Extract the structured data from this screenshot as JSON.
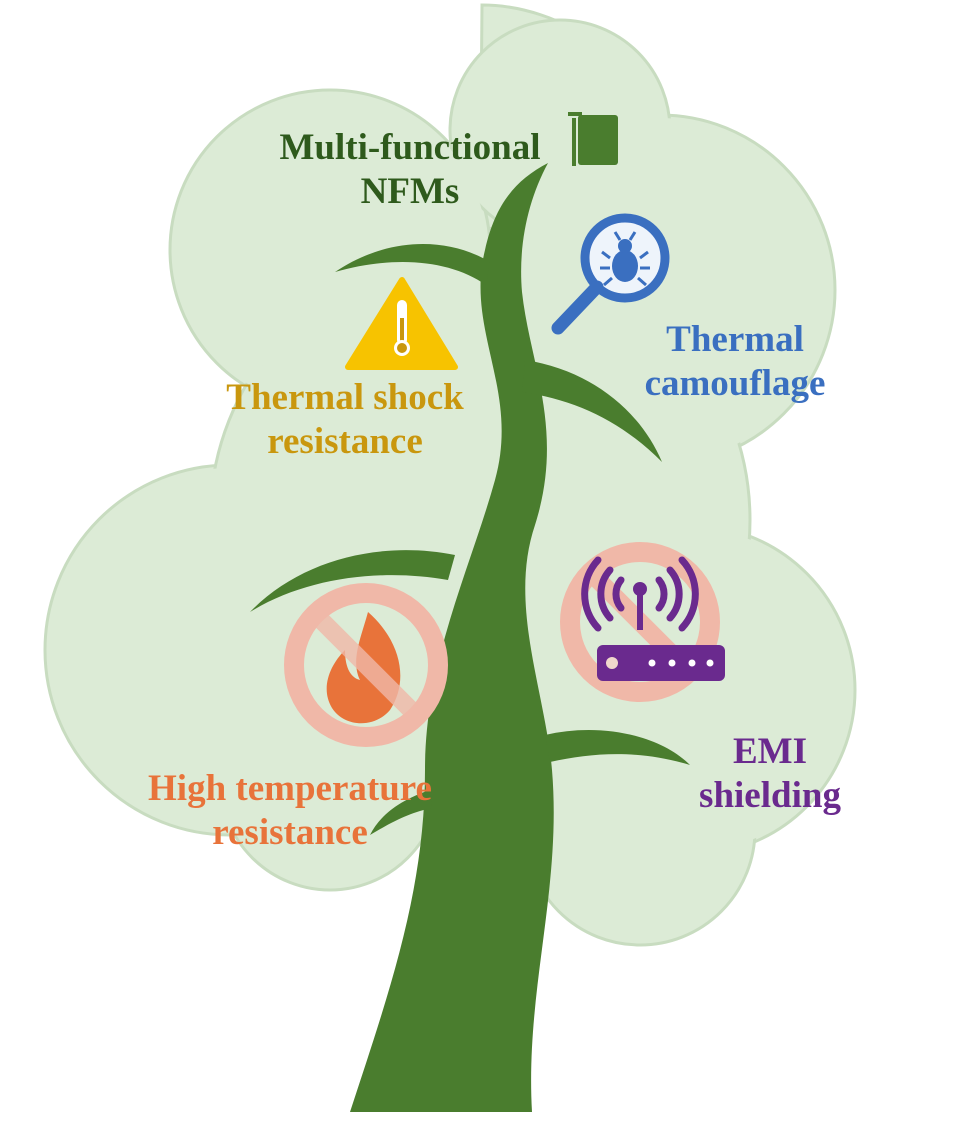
{
  "title": {
    "line1": "Multi-functional",
    "line2": "NFMs"
  },
  "features": [
    {
      "line1": "Thermal shock",
      "line2": "resistance",
      "icon": "warning-thermometer-icon"
    },
    {
      "line1": "Thermal",
      "line2": "camouflage",
      "icon": "magnifier-bug-icon"
    },
    {
      "line1": "High temperature",
      "line2": "resistance",
      "icon": "no-fire-icon"
    },
    {
      "line1": "EMI",
      "line2": "shielding",
      "icon": "no-wifi-router-icon"
    }
  ],
  "colors": {
    "crown": "#dcebd6",
    "trunk": "#4a7d2e",
    "title": "#2e5a1c",
    "thermal_shock": "#c9970e",
    "camouflage": "#3a6fc0",
    "high_temp": "#e8733a",
    "emi": "#6a2a8e"
  }
}
